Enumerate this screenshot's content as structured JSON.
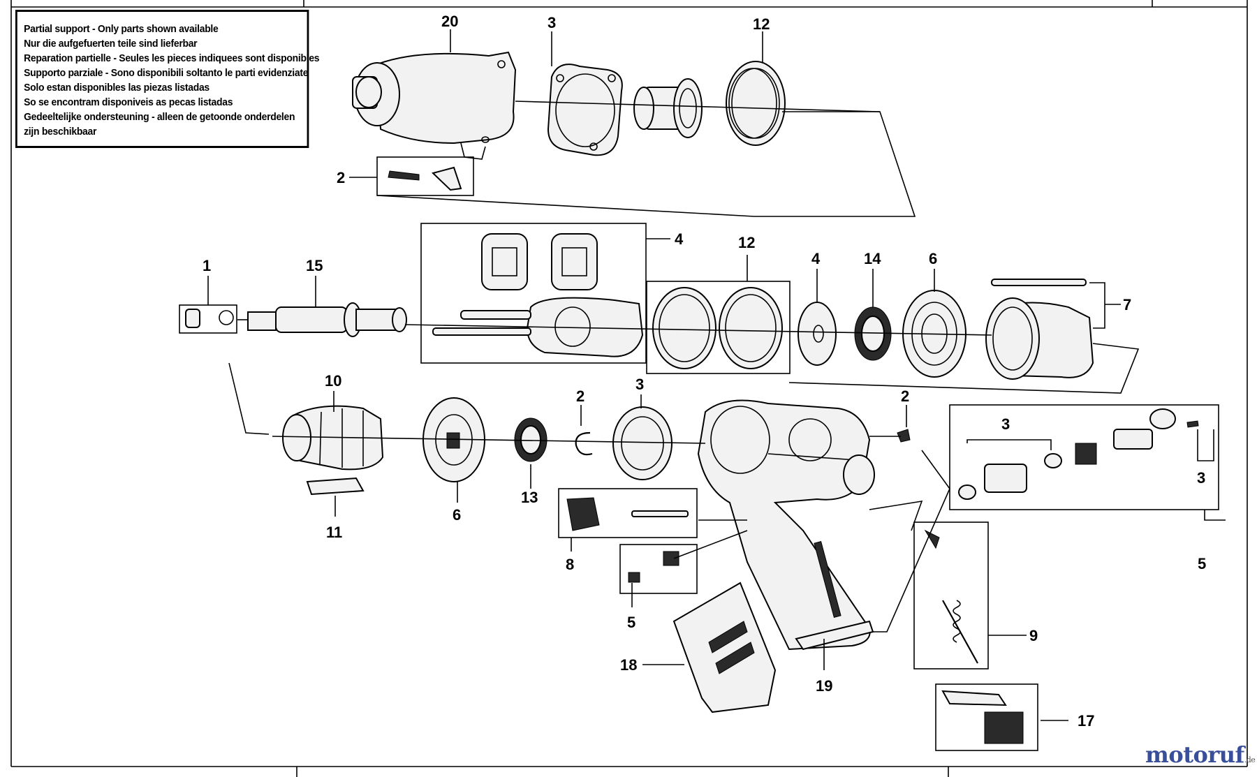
{
  "notice": {
    "lines": [
      "Partial support - Only parts shown available",
      "Nur die aufgefuerten teile sind lieferbar",
      "Reparation partielle - Seules les pieces indiquees sont disponibles",
      "Supporto parziale - Sono disponibili soltanto le parti evidenziate",
      "Solo estan disponibles las piezas listadas",
      "So se encontram disponiveis as pecas listadas",
      "Gedeeltelijke ondersteuning - alleen de getoonde onderdelen",
      "zijn beschikbaar"
    ]
  },
  "callouts": {
    "c20": "20",
    "c3a": "3",
    "c12a": "12",
    "c2a": "2",
    "c1": "1",
    "c15": "15",
    "c4a": "4",
    "c12b": "12",
    "c4b": "4",
    "c14": "14",
    "c6a": "6",
    "c7": "7",
    "c10": "10",
    "c11": "11",
    "c6b": "6",
    "c13": "13",
    "c2b": "2",
    "c3b": "3",
    "c2c": "2",
    "c3c": "3",
    "c3d": "3",
    "c5a": "5",
    "c8": "8",
    "c5b": "5",
    "c9": "9",
    "c18": "18",
    "c19": "19",
    "c17": "17"
  },
  "watermark": {
    "text": "motoruf",
    "suffix": ".de"
  }
}
